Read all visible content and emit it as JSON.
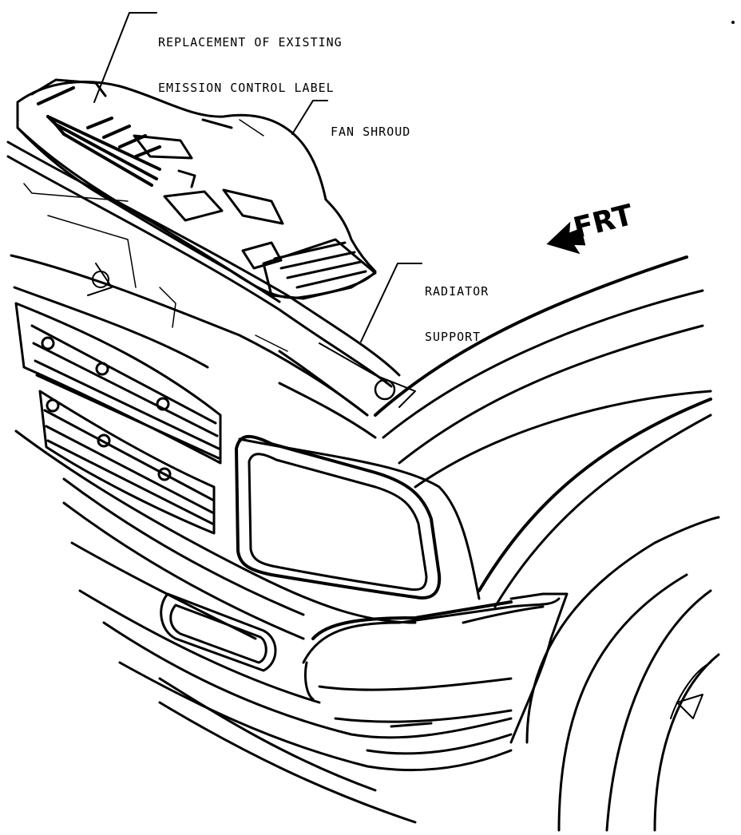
{
  "labels": {
    "emission_label_line1": "REPLACEMENT OF EXISTING",
    "emission_label_line2": "EMISSION CONTROL LABEL",
    "fan_shroud": "FAN SHROUD",
    "radiator_support_line1": "RADIATOR",
    "radiator_support_line2": "SUPPORT",
    "front_direction": "FRT"
  },
  "icons": {
    "front_arrow": "arrow-left-icon"
  },
  "colors": {
    "ink": "#000000",
    "paper": "#ffffff"
  }
}
